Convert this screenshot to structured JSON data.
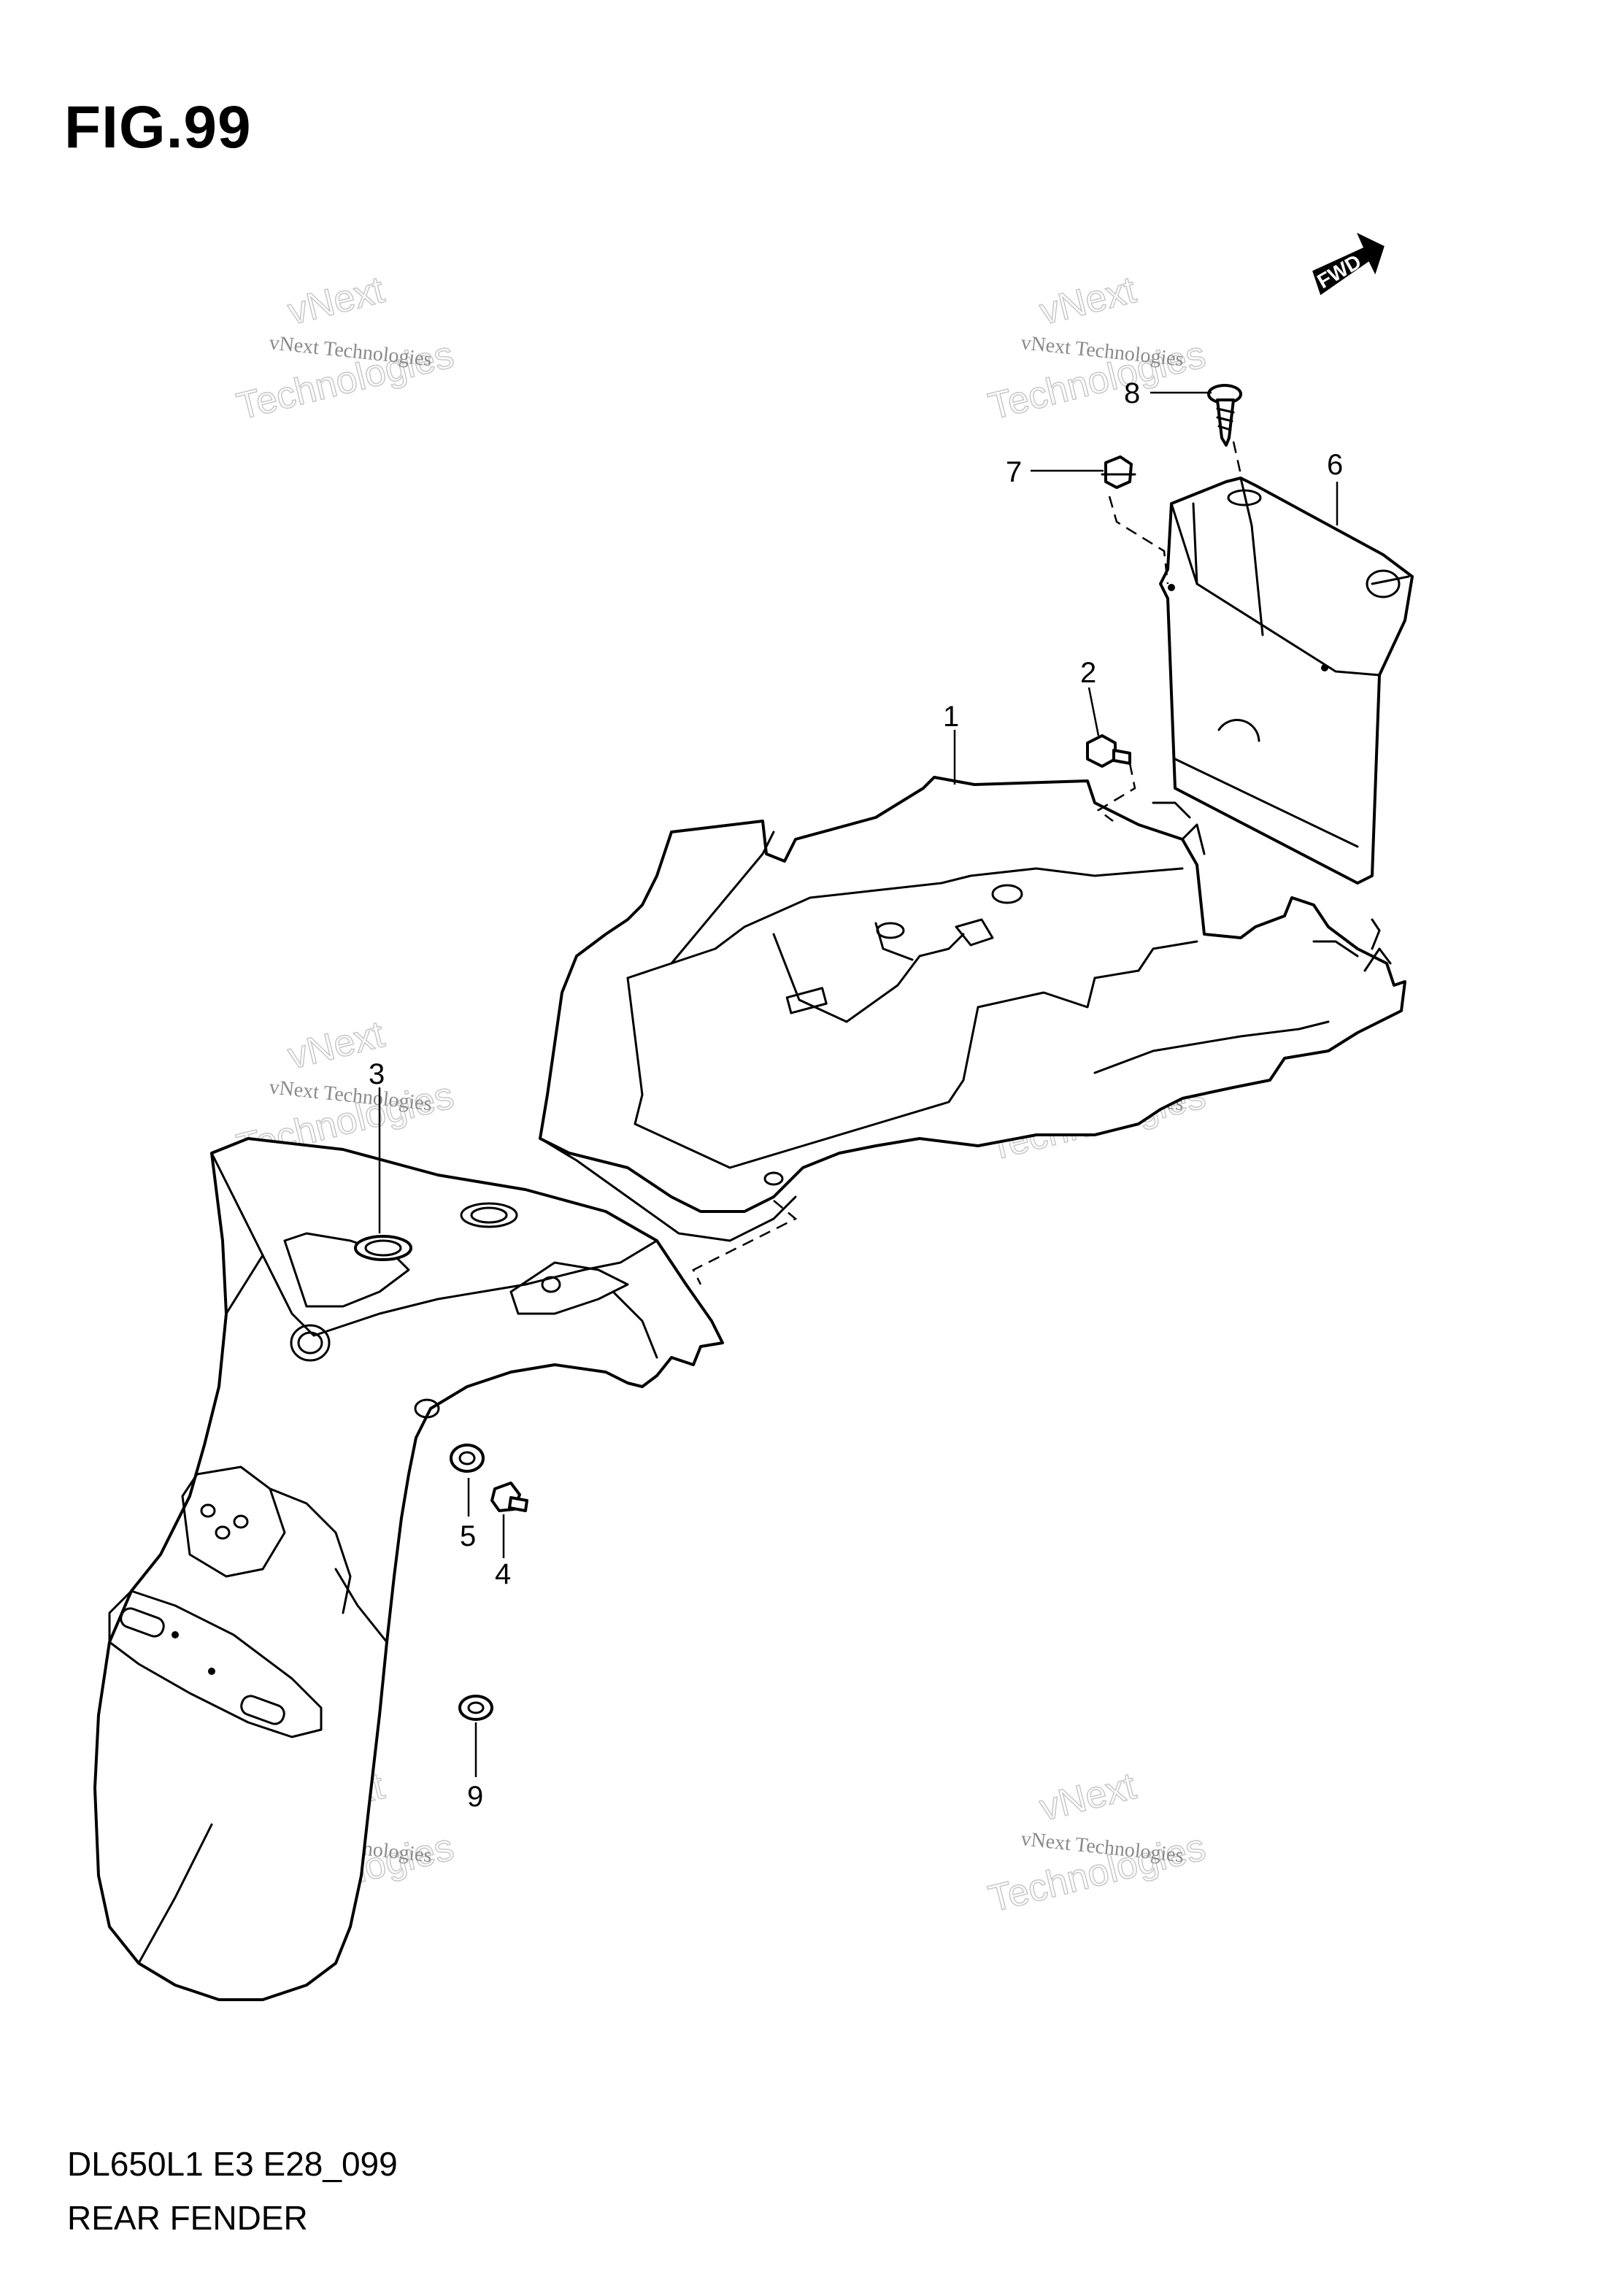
{
  "figure": {
    "title": "FIG.99",
    "code": "DL650L1 E3 E28_099",
    "name": "REAR FENDER"
  },
  "fwd_label": "FWD",
  "watermark": {
    "line1": "vNext Technologies",
    "line2": "Technologies",
    "line3": "vNext"
  },
  "callouts": {
    "p1": "1",
    "p2": "2",
    "p3": "3",
    "p4": "4",
    "p5": "5",
    "p6": "6",
    "p7": "7",
    "p8": "8",
    "p9": "9"
  }
}
